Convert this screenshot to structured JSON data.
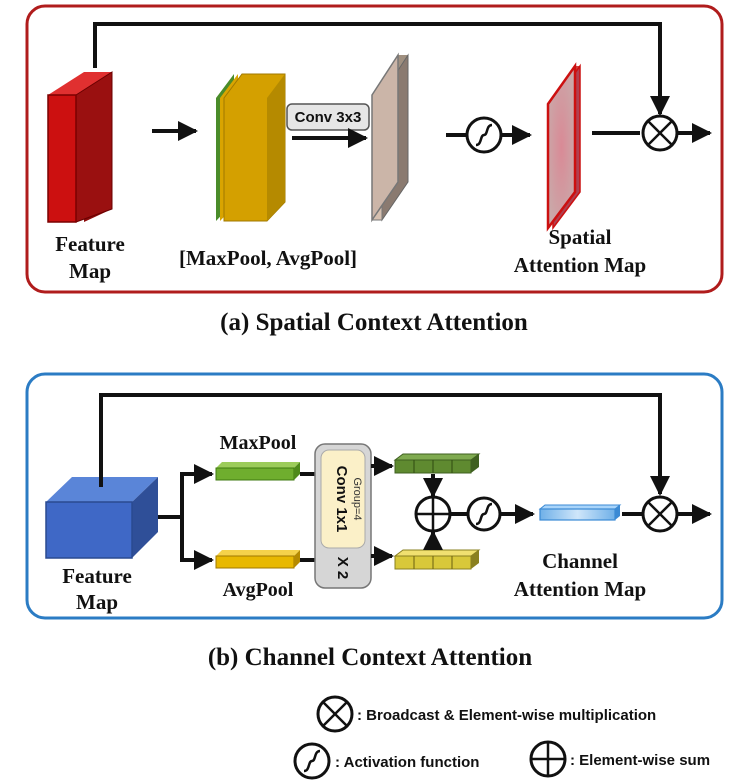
{
  "panel_a": {
    "feature_map_line1": "Feature",
    "feature_map_line2": "Map",
    "pool_label": "[MaxPool, AvgPool]",
    "conv_label": "Conv 3x3",
    "spatial_map_line1": "Spatial",
    "spatial_map_line2": "Attention Map",
    "caption": "(a) Spatial Context Attention",
    "border_color": "#b01c1c"
  },
  "panel_b": {
    "feature_map_line1": "Feature",
    "feature_map_line2": "Map",
    "maxpool_label": "MaxPool",
    "avgpool_label": "AvgPool",
    "conv_label": "Conv 1x1",
    "group_label": "Group=4",
    "repeat_label": "X 2",
    "channel_map_line1": "Channel",
    "channel_map_line2": "Attention Map",
    "caption": "(b) Channel Context Attention",
    "border_color": "#2b7cc4"
  },
  "legend": {
    "multiply": ": Broadcast & Element-wise multiplication",
    "activation": ": Activation function",
    "sum": ": Element-wise sum"
  }
}
